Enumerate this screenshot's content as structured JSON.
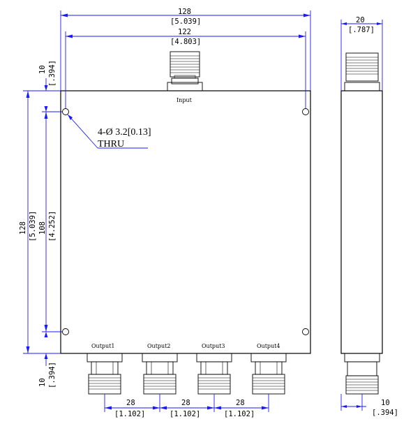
{
  "dimensions": {
    "top_width": {
      "mm": "128",
      "inch": "[5.039]"
    },
    "hole_span_x": {
      "mm": "122",
      "inch": "[4.803]"
    },
    "side_depth": {
      "mm": "20",
      "inch": "[.787]"
    },
    "top_margin": {
      "mm": "10",
      "inch": "[.394]"
    },
    "body_height": {
      "mm": "128",
      "inch": "[5.039]"
    },
    "hole_span_y": {
      "mm": "108",
      "inch": "[4.252]"
    },
    "bottom_margin": {
      "mm": "10",
      "inch": "[.394]"
    },
    "pitch_1": {
      "mm": "28",
      "inch": "[1.102]"
    },
    "pitch_2": {
      "mm": "28",
      "inch": "[1.102]"
    },
    "pitch_3": {
      "mm": "28",
      "inch": "[1.102]"
    },
    "side_connector": {
      "mm": "10",
      "inch": "[.394]"
    }
  },
  "labels": {
    "input": "Input",
    "outputs": [
      "Output1",
      "Output2",
      "Output3",
      "Output4"
    ]
  },
  "callout": {
    "line1": "4-Ø 3.2[0.13]",
    "line2": "THRU"
  },
  "colors": {
    "dimension": "#1a1aff",
    "outline": "#000000"
  }
}
